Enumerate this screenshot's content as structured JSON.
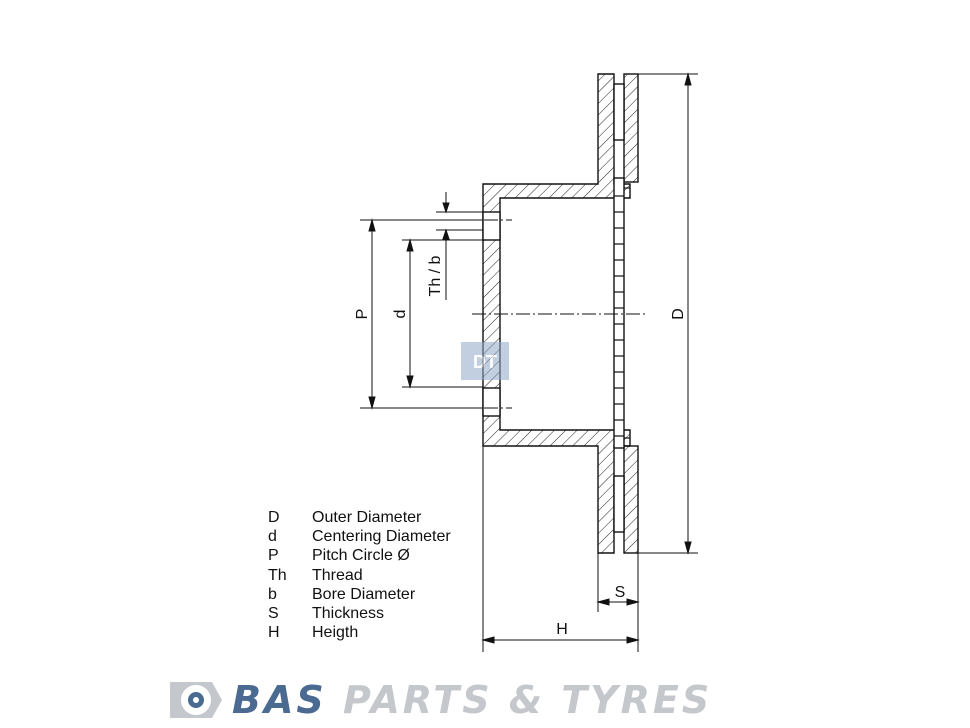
{
  "diagram": {
    "dimension_labels": {
      "D": "D",
      "d": "d",
      "P": "P",
      "Th_b": "Th / b",
      "S": "S",
      "H": "H"
    }
  },
  "legend": [
    {
      "symbol": "D",
      "label": "Outer Diameter"
    },
    {
      "symbol": "d",
      "label": "Centering Diameter"
    },
    {
      "symbol": "P",
      "label": "Pitch Circle Ø"
    },
    {
      "symbol": "Th",
      "label": "Thread"
    },
    {
      "symbol": "b",
      "label": "Bore Diameter"
    },
    {
      "symbol": "S",
      "label": "Thickness"
    },
    {
      "symbol": "H",
      "label": "Heigth"
    }
  ],
  "brand": {
    "word1": "BAS",
    "word2": "PARTS & TYRES",
    "color_primary": "#4a6a92",
    "color_secondary": "#c4c8cc"
  },
  "watermark": {
    "text": "DT"
  }
}
